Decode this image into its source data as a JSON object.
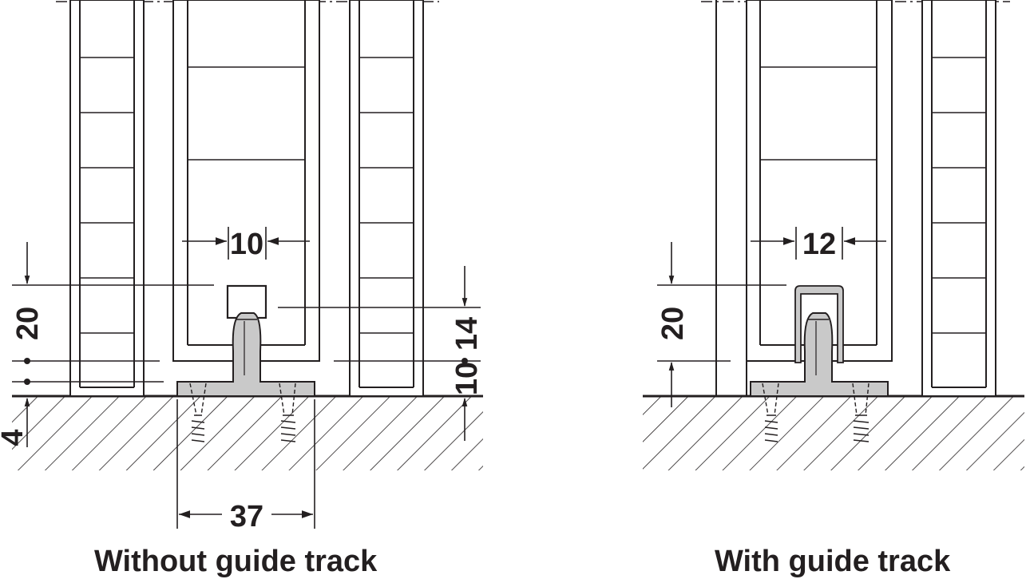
{
  "captions": {
    "left": "Without guide track",
    "right": "With guide track"
  },
  "dimensions": {
    "left": {
      "gap": "10",
      "height_top": "20",
      "height_right_upper": "14",
      "height_right_lower": "10",
      "floor": "4",
      "base_width": "37"
    },
    "right": {
      "gap": "12",
      "height_top": "20"
    }
  },
  "colors": {
    "line": "#231f20",
    "guide_fill": "#c9c9c9",
    "background": "#ffffff"
  }
}
